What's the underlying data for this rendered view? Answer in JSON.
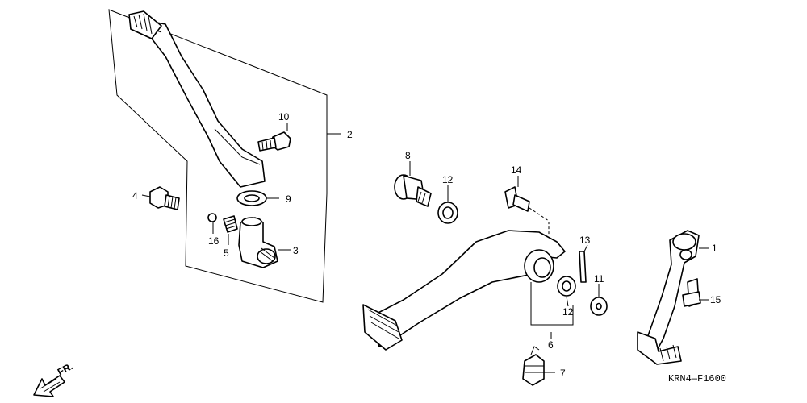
{
  "parts": [
    {
      "number": "1"
    },
    {
      "number": "2"
    },
    {
      "number": "3"
    },
    {
      "number": "4"
    },
    {
      "number": "5"
    },
    {
      "number": "6"
    },
    {
      "number": "7"
    },
    {
      "number": "8"
    },
    {
      "number": "9"
    },
    {
      "number": "10"
    },
    {
      "number": "11"
    },
    {
      "number": "12"
    },
    {
      "number": "12"
    },
    {
      "number": "13"
    },
    {
      "number": "14"
    },
    {
      "number": "15"
    },
    {
      "number": "16"
    }
  ],
  "direction_label": "FR.",
  "diagram_code": "KRN4—F1600",
  "colors": {
    "line": "#000000",
    "background": "#ffffff"
  }
}
